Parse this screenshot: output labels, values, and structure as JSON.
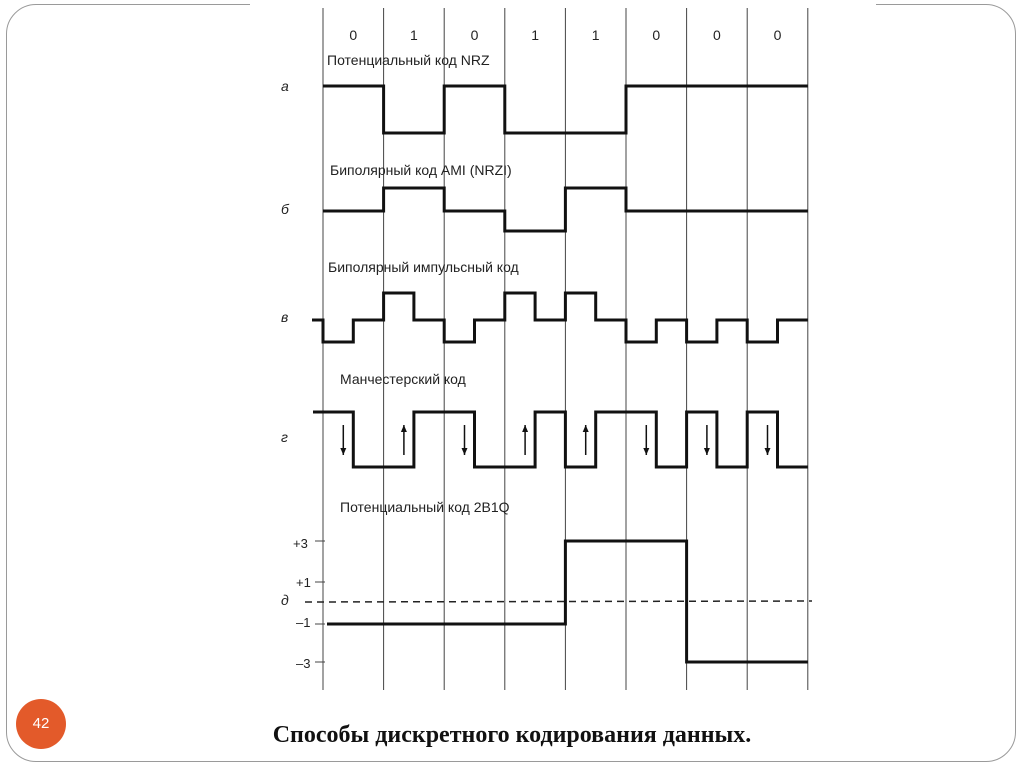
{
  "slide": {
    "number": "42",
    "caption": "Способы дискретного кодирования данных."
  },
  "diagram": {
    "bits": [
      "0",
      "1",
      "0",
      "1",
      "1",
      "0",
      "0",
      "0"
    ],
    "codes": [
      {
        "letter": "а",
        "title": "Потенциальный код NRZ",
        "levels": [
          "high",
          "low",
          "high",
          "low",
          "low",
          "high",
          "high",
          "high"
        ]
      },
      {
        "letter": "б",
        "title": "Биполярный код AMI (NRZI)",
        "levels": [
          "zero",
          "high",
          "zero",
          "low",
          "high",
          "zero",
          "zero",
          "zero"
        ]
      },
      {
        "letter": "в",
        "title": "Биполярный импульсный код",
        "pulses": [
          "neg",
          "pos",
          "neg",
          "pos",
          "pos",
          "neg",
          "neg",
          "neg"
        ]
      },
      {
        "letter": "г",
        "title": "Манчестерский код",
        "transitions": [
          "down",
          "up",
          "down",
          "up",
          "up",
          "down",
          "down",
          "down"
        ]
      },
      {
        "letter": "д",
        "title": "Потенциальный код 2B1Q",
        "axis_labels": [
          "+3",
          "+1",
          "–1",
          "–3"
        ],
        "symbol_levels": [
          -1,
          -1,
          3,
          -3
        ]
      }
    ],
    "colors": {
      "signal": "#111111",
      "grid": "#444444",
      "dashed": "#222222"
    }
  }
}
